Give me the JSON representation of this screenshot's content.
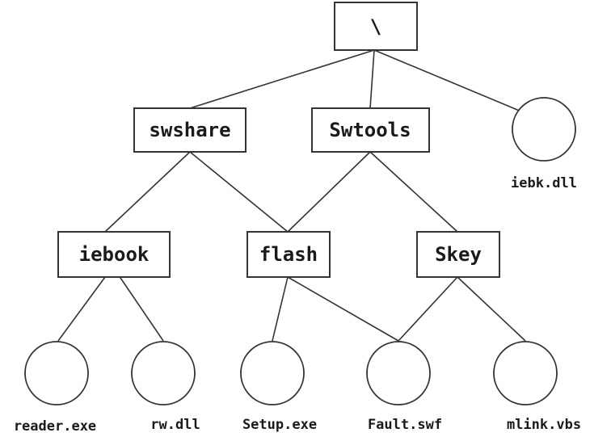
{
  "directories": {
    "root": "\\",
    "swshare": "swshare",
    "swtools": "Swtools",
    "iebook": "iebook",
    "flash": "flash",
    "skey": "Skey"
  },
  "files": {
    "iebk_dll": "iebk.dll",
    "reader_exe": "reader.exe",
    "rw_dll": "rw.dll",
    "setup_exe": "Setup.exe",
    "fault_swf": "Fault.swf",
    "mlink_vbs": "mlink.vbs"
  }
}
